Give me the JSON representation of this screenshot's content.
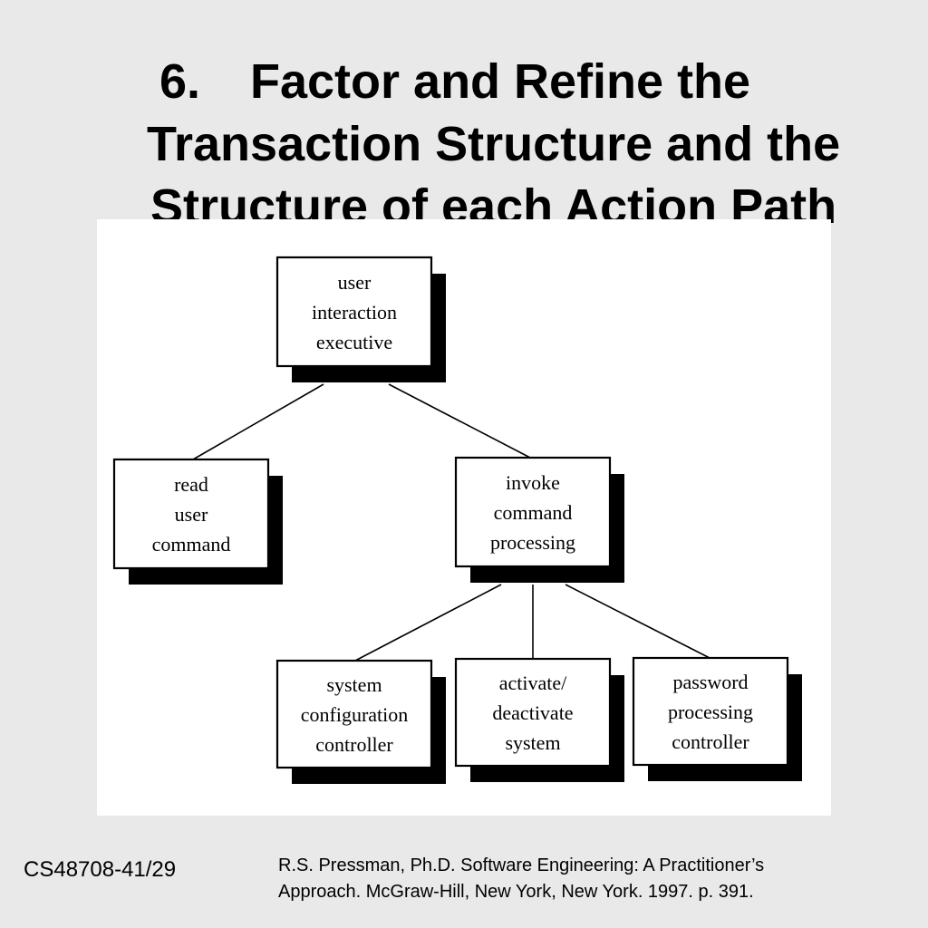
{
  "slide": {
    "title_number": "6.",
    "title_lines": [
      "Factor and Refine the",
      "Transaction Structure and the",
      "Structure of each Action Path"
    ],
    "footer_id": "CS48708-41/29",
    "citation_lines": [
      "R.S. Pressman, Ph.D.  Software Engineering: A Practitioner’s",
      "Approach.  McGraw-Hill, New York, New York.  1997.  p. 391."
    ]
  },
  "diagram": {
    "nodes": [
      {
        "id": "user-interaction-executive",
        "lines": [
          "user",
          "interaction",
          "executive"
        ]
      },
      {
        "id": "read-user-command",
        "lines": [
          "read",
          "user",
          "command"
        ]
      },
      {
        "id": "invoke-command-processing",
        "lines": [
          "invoke",
          "command",
          "processing"
        ]
      },
      {
        "id": "system-configuration-controller",
        "lines": [
          "system",
          "configuration",
          "controller"
        ]
      },
      {
        "id": "activate-deactivate-system",
        "lines": [
          "activate/",
          "deactivate",
          "system"
        ]
      },
      {
        "id": "password-processing-controller",
        "lines": [
          "password",
          "processing",
          "controller"
        ]
      }
    ],
    "edges": [
      {
        "from": "user-interaction-executive",
        "to": "read-user-command"
      },
      {
        "from": "user-interaction-executive",
        "to": "invoke-command-processing"
      },
      {
        "from": "invoke-command-processing",
        "to": "system-configuration-controller"
      },
      {
        "from": "invoke-command-processing",
        "to": "activate-deactivate-system"
      },
      {
        "from": "invoke-command-processing",
        "to": "password-processing-controller"
      }
    ]
  }
}
